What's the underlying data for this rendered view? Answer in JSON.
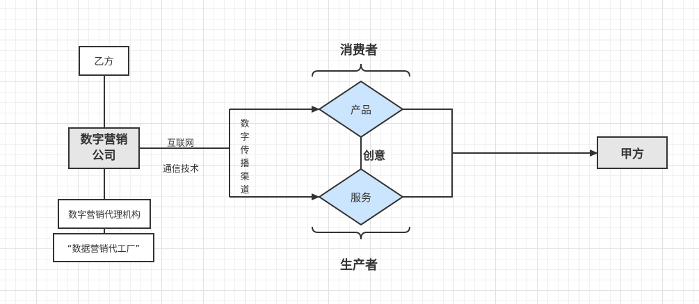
{
  "nodes": {
    "party_b": "乙方",
    "company_line1": "数字营销",
    "company_line2": "公司",
    "agency": "数字营销代理机构",
    "factory": "“数据营销代工厂”",
    "product": "产品",
    "service": "服务",
    "party_a": "甲方"
  },
  "labels": {
    "internet": "互联网",
    "comm_tech": "通信技术",
    "channel": "数字传播渠道",
    "creative": "创意",
    "consumer": "消费者",
    "producer": "生产者"
  },
  "colors": {
    "stroke": "#333333",
    "diamond_fill": "#cce5ff",
    "box_gray": "#e6e6e6"
  }
}
